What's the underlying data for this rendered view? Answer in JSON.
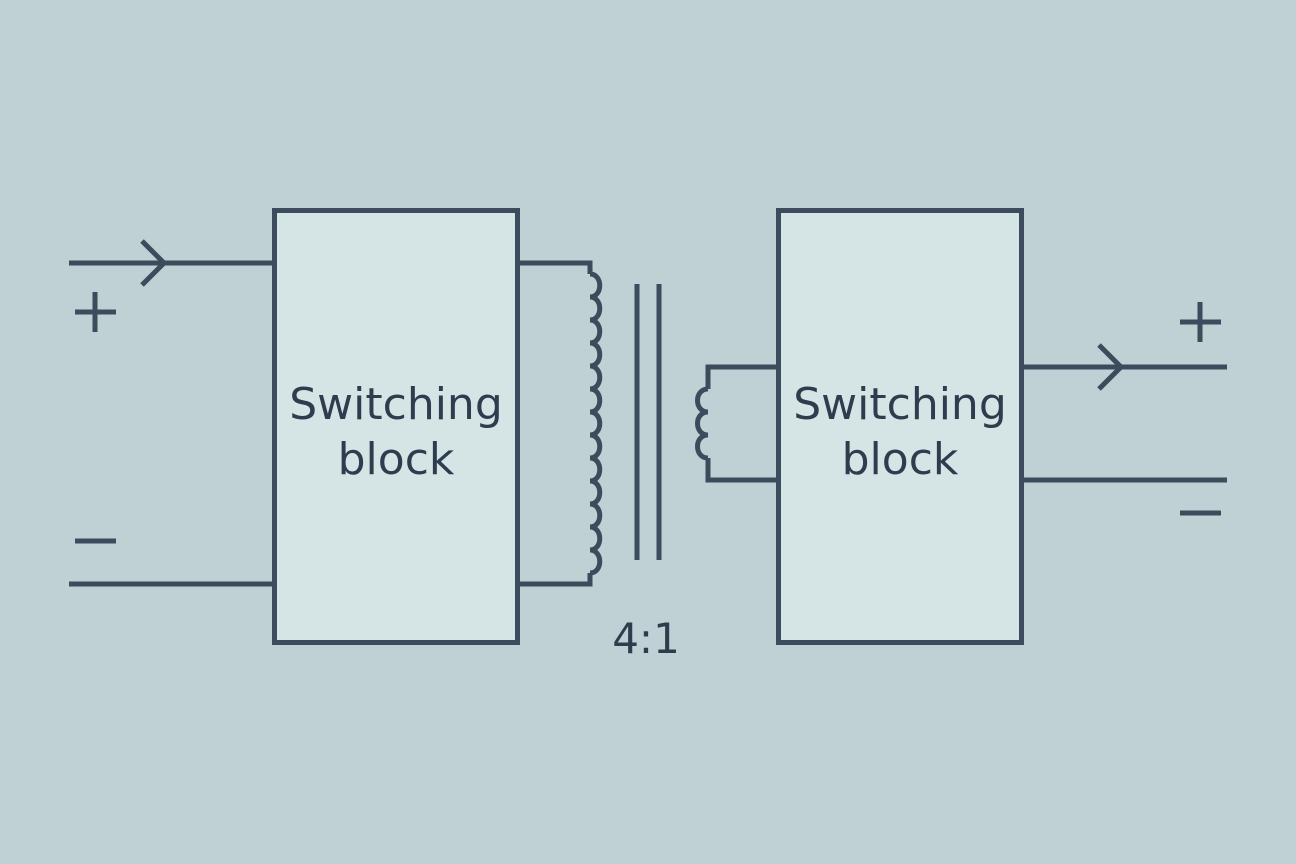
{
  "diagram": {
    "left_block": {
      "line1": "Switching",
      "line2": "block"
    },
    "right_block": {
      "line1": "Switching",
      "line2": "block"
    },
    "transformer": {
      "ratio": "4:1"
    }
  },
  "colors": {
    "background": "#bfd1d5",
    "block_fill": "#d5e5e6",
    "stroke": "#3d4c5c",
    "text": "#2e3d4d"
  }
}
